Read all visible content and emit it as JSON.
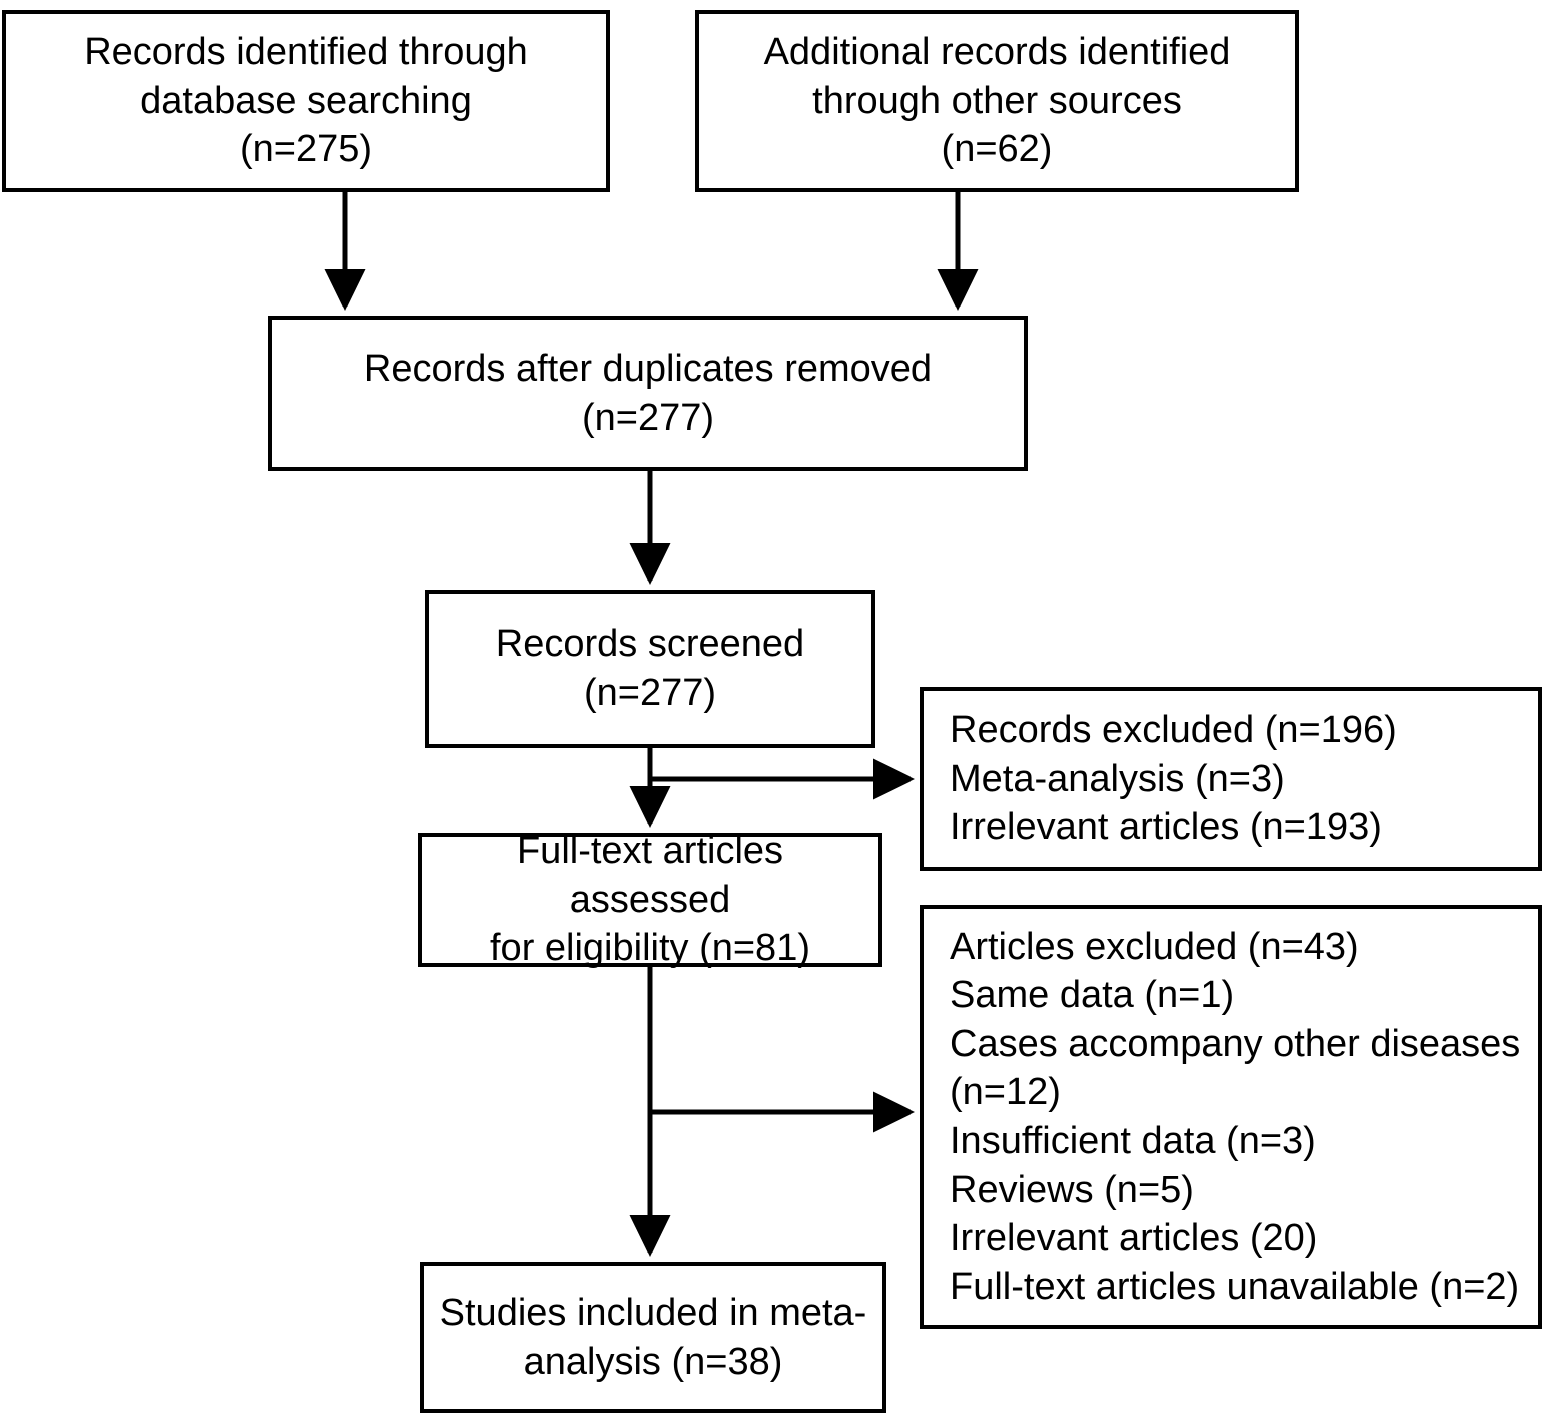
{
  "diagram": {
    "title": "PRISMA study selection flow diagram",
    "type": "flowchart",
    "line_color": "#000000",
    "box_fill": "#ffffff",
    "text_color": "#000000"
  },
  "nodes": {
    "db_search": {
      "text": "Records identified through\ndatabase searching\n(n=275)",
      "count": 275
    },
    "other_sources": {
      "text": "Additional records identified\nthrough other sources\n(n=62)",
      "count": 62
    },
    "dedup": {
      "text": "Records after duplicates removed\n(n=277)",
      "count": 277
    },
    "screened": {
      "text": "Records screened\n(n=277)",
      "count": 277
    },
    "records_excluded": {
      "text": "Records excluded  (n=196)\n   Meta-analysis (n=3)\n   Irrelevant articles (n=193)",
      "count": 196
    },
    "fulltext": {
      "text": "Full-text articles assessed\nfor eligibility  (n=81)",
      "count": 81
    },
    "articles_excluded": {
      "text": "Articles excluded  (n=43)\n   Same data (n=1)\n   Cases accompany other diseases\n(n=12)\n   Insufficient data (n=3)\n  Reviews (n=5)\n  Irrelevant articles (20)\n  Full-text articles  unavailable (n=2)",
      "count": 43
    },
    "included": {
      "text": "Studies included in meta-\nanalysis  (n=38)",
      "count": 38
    }
  },
  "edges": [
    {
      "from": "db_search",
      "to": "dedup",
      "direction": "down"
    },
    {
      "from": "other_sources",
      "to": "dedup",
      "direction": "down"
    },
    {
      "from": "dedup",
      "to": "screened",
      "direction": "down"
    },
    {
      "from": "screened",
      "to": "records_excluded",
      "direction": "right"
    },
    {
      "from": "screened",
      "to": "fulltext",
      "direction": "down"
    },
    {
      "from": "fulltext",
      "to": "articles_excluded",
      "direction": "right"
    },
    {
      "from": "fulltext",
      "to": "included",
      "direction": "down"
    }
  ]
}
